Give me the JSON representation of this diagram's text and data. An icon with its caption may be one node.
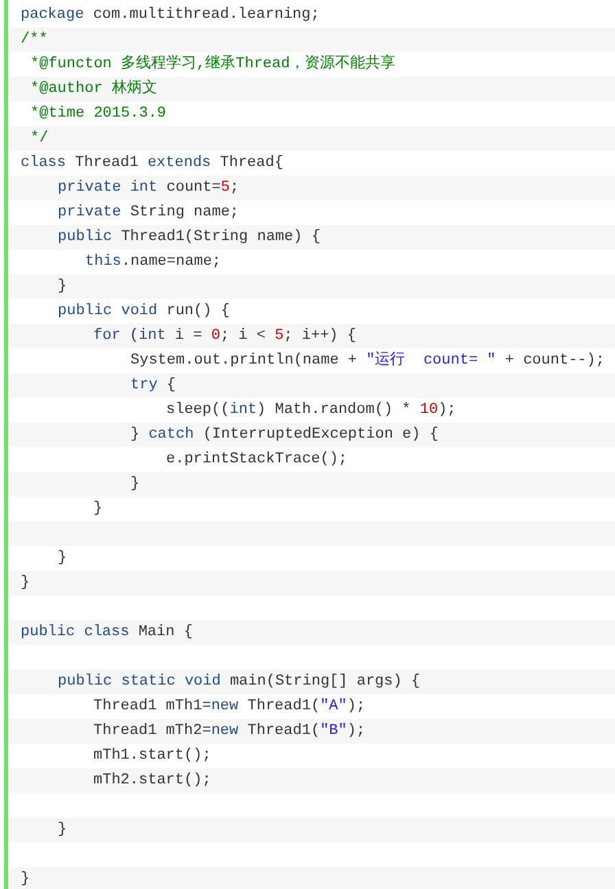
{
  "diagram": {
    "labels": [
      "package com.multithread.learning;",
      "/**",
      "*@functon 多线程学习,继承Thread，资源不能共享",
      "*@author 林炳文",
      "*@time 2015.3.9",
      "*/",
      "class Thread1 extends Thread{",
      "private int count=5;",
      "private String name;",
      "public Thread1(String name) {",
      "this.name=name;",
      "}",
      "public void run() {",
      "for (int i = 0; i < 5; i++) {",
      "System.out.println(name + \"运行  count= \" + count--);",
      "try {",
      "sleep((int) Math.random() * 10);",
      "} catch (InterruptedException e) {",
      "e.printStackTrace();",
      "}",
      "}",
      "}",
      "}",
      "public class Main {",
      "public static void main(String[] args) {",
      "Thread1 mTh1=new Thread1(\"A\");",
      "Thread1 mTh2=new Thread1(\"B\");",
      "mTh1.start();",
      "mTh2.start();",
      "}",
      "}"
    ]
  }
}
